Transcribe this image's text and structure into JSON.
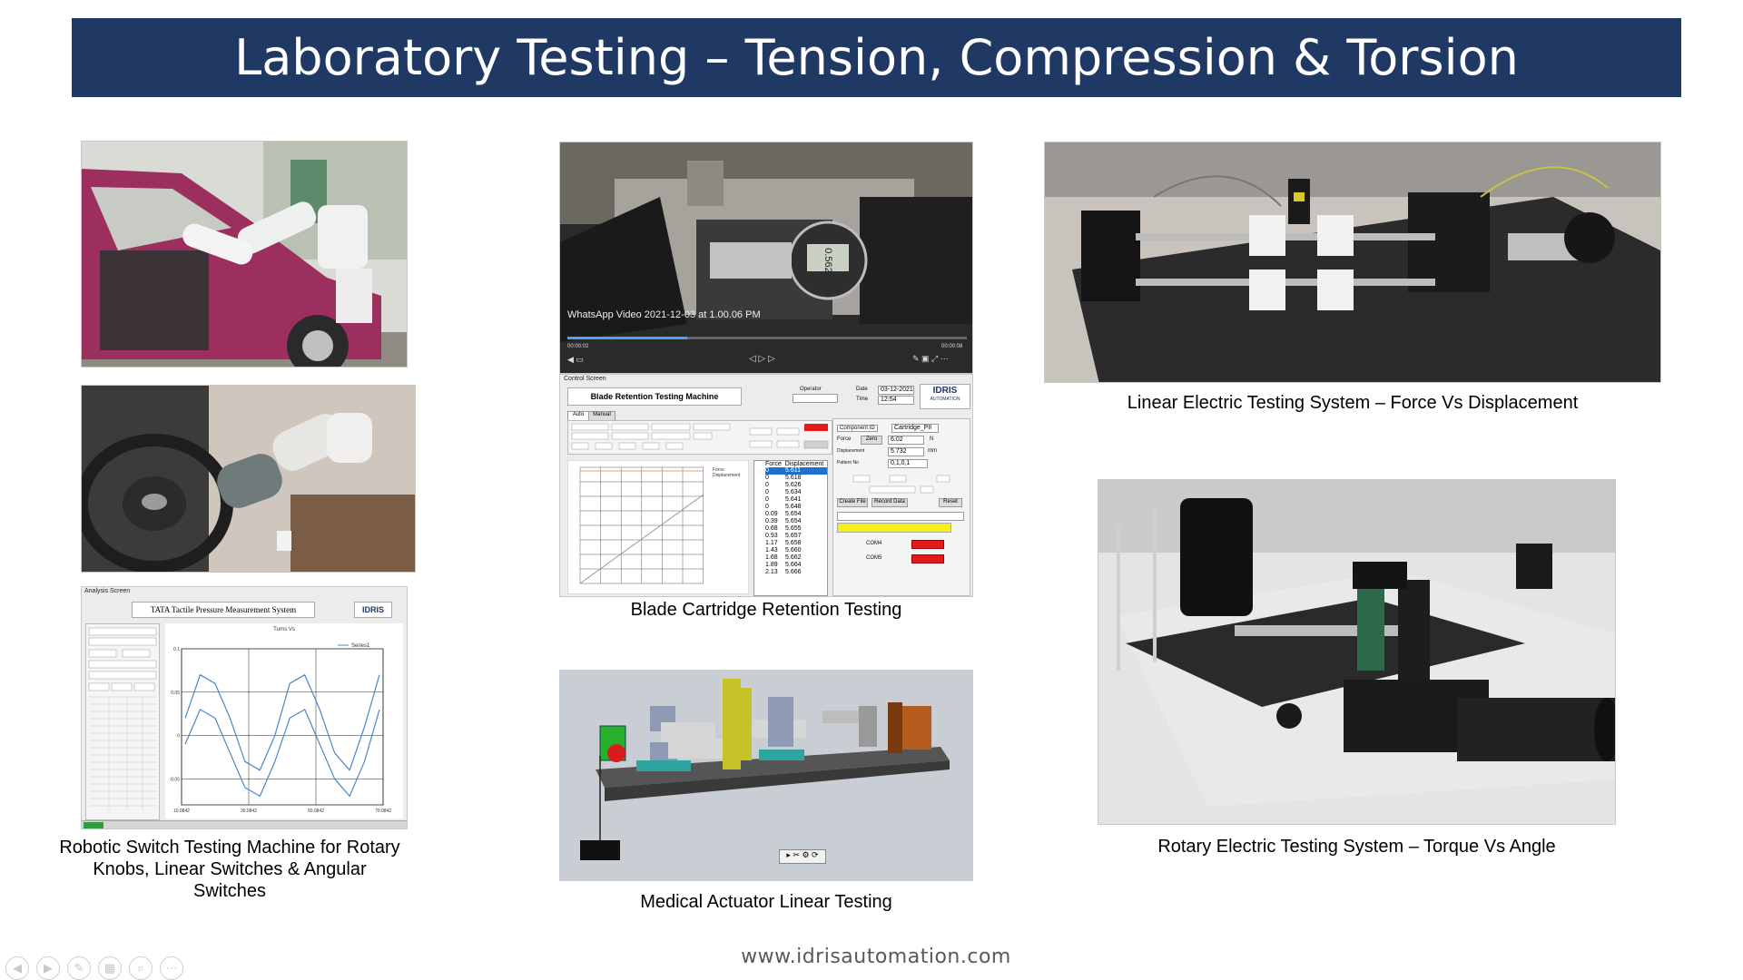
{
  "slide": {
    "title": "Laboratory Testing – Tension, Compression & Torsion",
    "footer_url": "www.idrisautomation.com"
  },
  "captions": {
    "robotic": "Robotic Switch Testing Machine for Rotary Knobs, Linear Switches & Angular Switches",
    "blade": "Blade Cartridge Retention Testing",
    "medical": "Medical Actuator Linear Testing",
    "linear": "Linear Electric Testing System – Force Vs Displacement",
    "rotary": "Rotary Electric Testing System – Torque Vs Angle"
  },
  "video": {
    "label": "WhatsApp Video 2021-12-03 at 1.00.06 PM",
    "time_left": "00:00:02",
    "time_right": "00:00:08"
  },
  "blade_app": {
    "window_title": "Control Screen",
    "title": "Blade Retention Testing Machine",
    "operator_label": "Operator",
    "date_label": "Date",
    "date_value": "03-12-2021",
    "time_label": "Time",
    "time_value": "12:54",
    "logo": "IDRIS",
    "logo_sub": "AUTOMATION",
    "tabs": [
      "Auto",
      "Manual"
    ],
    "component_id_label": "Component ID",
    "component_id_value": "Cartridge_PII",
    "force_label": "Force",
    "zero_label": "Zero",
    "force_value": "6.02",
    "force_unit": "N",
    "displacement_label": "Displacement",
    "displacement_value": "5.732",
    "displacement_unit": "mm",
    "pattern_label": "Pattern No",
    "pattern_value": "0,1,0,1",
    "create_file": "Create File",
    "record_data": "Record Data",
    "reset": "Reset",
    "com1": "COM4",
    "com2": "COM5",
    "table_headers": [
      "Force",
      "Displacement"
    ],
    "table_rows": [
      [
        "0",
        "5.611"
      ],
      [
        "0",
        "5.618"
      ],
      [
        "0",
        "5.626"
      ],
      [
        "0",
        "5.634"
      ],
      [
        "0",
        "5.641"
      ],
      [
        "0",
        "5.648"
      ],
      [
        "0.09",
        "5.654"
      ],
      [
        "0.39",
        "5.654"
      ],
      [
        "0.68",
        "5.655"
      ],
      [
        "0.93",
        "5.657"
      ],
      [
        "1.17",
        "5.658"
      ],
      [
        "1.43",
        "5.660"
      ],
      [
        "1.68",
        "5.662"
      ],
      [
        "1.89",
        "5.664"
      ],
      [
        "2.13",
        "5.666"
      ]
    ],
    "legend": [
      "Force",
      "Displacement"
    ]
  },
  "tata_app": {
    "window_title": "Analysis Screen",
    "title": "TATA Tactile Pressure Measurement System",
    "logo": "IDRIS",
    "chart_title": "Turns Vs",
    "legend": "Series1",
    "chart_data": {
      "type": "line",
      "x_ticks": [
        "10.0842",
        "30.0842",
        "50.0842",
        "70.0842"
      ],
      "y_ticks": [
        "0.1",
        "0.05",
        "0",
        "-0.05"
      ],
      "series": [
        {
          "name": "Series1",
          "values": [
            0.02,
            0.07,
            0.06,
            0.02,
            -0.03,
            -0.04,
            0.0,
            0.06,
            0.07,
            0.03,
            -0.02,
            -0.04,
            0.01,
            0.07
          ]
        },
        {
          "name": "",
          "values": [
            -0.01,
            0.03,
            0.02,
            -0.02,
            -0.06,
            -0.07,
            -0.03,
            0.02,
            0.03,
            -0.01,
            -0.05,
            -0.07,
            -0.03,
            0.03
          ]
        }
      ]
    }
  }
}
